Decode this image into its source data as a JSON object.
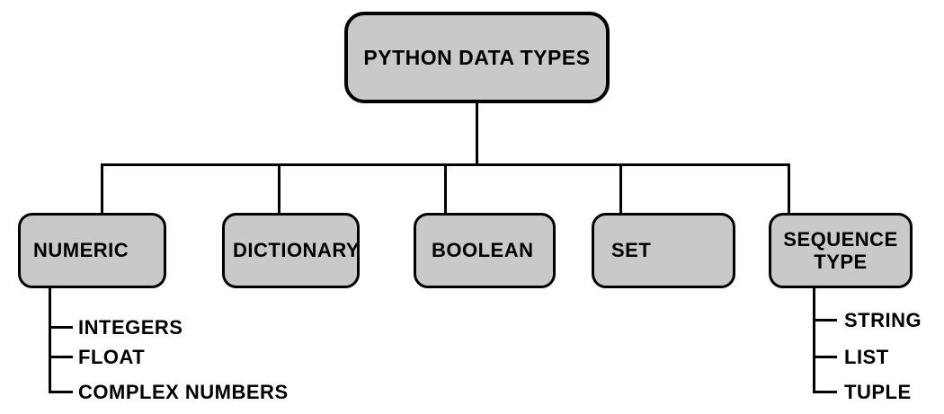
{
  "diagram": {
    "title": "Python data types tree diagram",
    "colors": {
      "box_fill": "#c9c9c9",
      "border": "#000000",
      "line": "#000000",
      "background": "#ffffff"
    },
    "root": {
      "label": "PYTHON DATA TYPES"
    },
    "children": [
      {
        "label": "NUMERIC",
        "leaves": [
          "INTEGERS",
          "FLOAT",
          "COMPLEX NUMBERS"
        ]
      },
      {
        "label": "DICTIONARY",
        "leaves": []
      },
      {
        "label": "BOOLEAN",
        "leaves": []
      },
      {
        "label": "SET",
        "leaves": []
      },
      {
        "label": "SEQUENCE TYPE",
        "leaves": [
          "STRING",
          "LIST",
          "TUPLE"
        ]
      }
    ]
  }
}
